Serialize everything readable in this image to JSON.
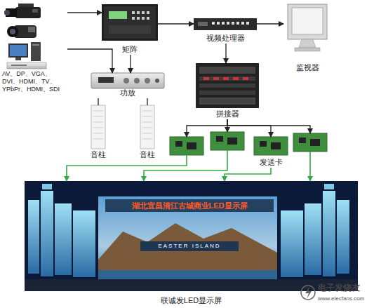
{
  "diagram": {
    "nodes": [
      {
        "text": [
          "AV、DP、VGA、 DVI、HDMI、TV、 YPbPr、HDMI、SDI"
        ]
      },
      {
        "text": [
          "矩阵"
        ]
      },
      {
        "text": [
          "视频处理器"
        ]
      },
      {
        "text": [
          "监视器"
        ]
      },
      {
        "text": [
          "功放"
        ]
      },
      {
        "text": [
          "拼接器"
        ]
      },
      {
        "text": [
          "音柱"
        ]
      },
      {
        "text": [
          "音柱"
        ]
      },
      {
        "text": []
      },
      {
        "text": []
      },
      {
        "text": [
          "发送卡"
        ]
      },
      {
        "text": []
      },
      {
        "text": [
          "联诚发LED显示屏"
        ]
      }
    ],
    "edges": [
      {
        "from": 0,
        "to": 1,
        "arrow": "to"
      },
      {
        "from": 1,
        "to": 2,
        "arrow": "to"
      },
      {
        "from": 2,
        "to": 3,
        "arrow": "to"
      },
      {
        "from": 1,
        "to": 4,
        "arrow": "to"
      },
      {
        "from": 0,
        "to": 4,
        "arrow": "to"
      },
      {
        "from": 2,
        "to": 5,
        "arrow": "to"
      },
      {
        "from": 4,
        "to": 6,
        "arrow": "none"
      },
      {
        "from": 4,
        "to": 7,
        "arrow": "none"
      },
      {
        "from": 5,
        "to": 8,
        "arrow": "to"
      },
      {
        "from": 5,
        "to": 9,
        "arrow": "to"
      },
      {
        "from": 5,
        "to": 10,
        "arrow": "to"
      },
      {
        "from": 5,
        "to": 11,
        "arrow": "to"
      },
      {
        "from": 8,
        "to": 12,
        "arrow": "to"
      },
      {
        "from": 9,
        "to": 12,
        "arrow": "to"
      },
      {
        "from": 10,
        "to": 12,
        "arrow": "to"
      },
      {
        "from": 11,
        "to": 12,
        "arrow": "to"
      }
    ],
    "labels": [
      "湖北宜昌清江古城商业LED显示屏",
      "EASTER ISLAND",
      "电子发烧友",
      "www.elecfans.com"
    ]
  }
}
